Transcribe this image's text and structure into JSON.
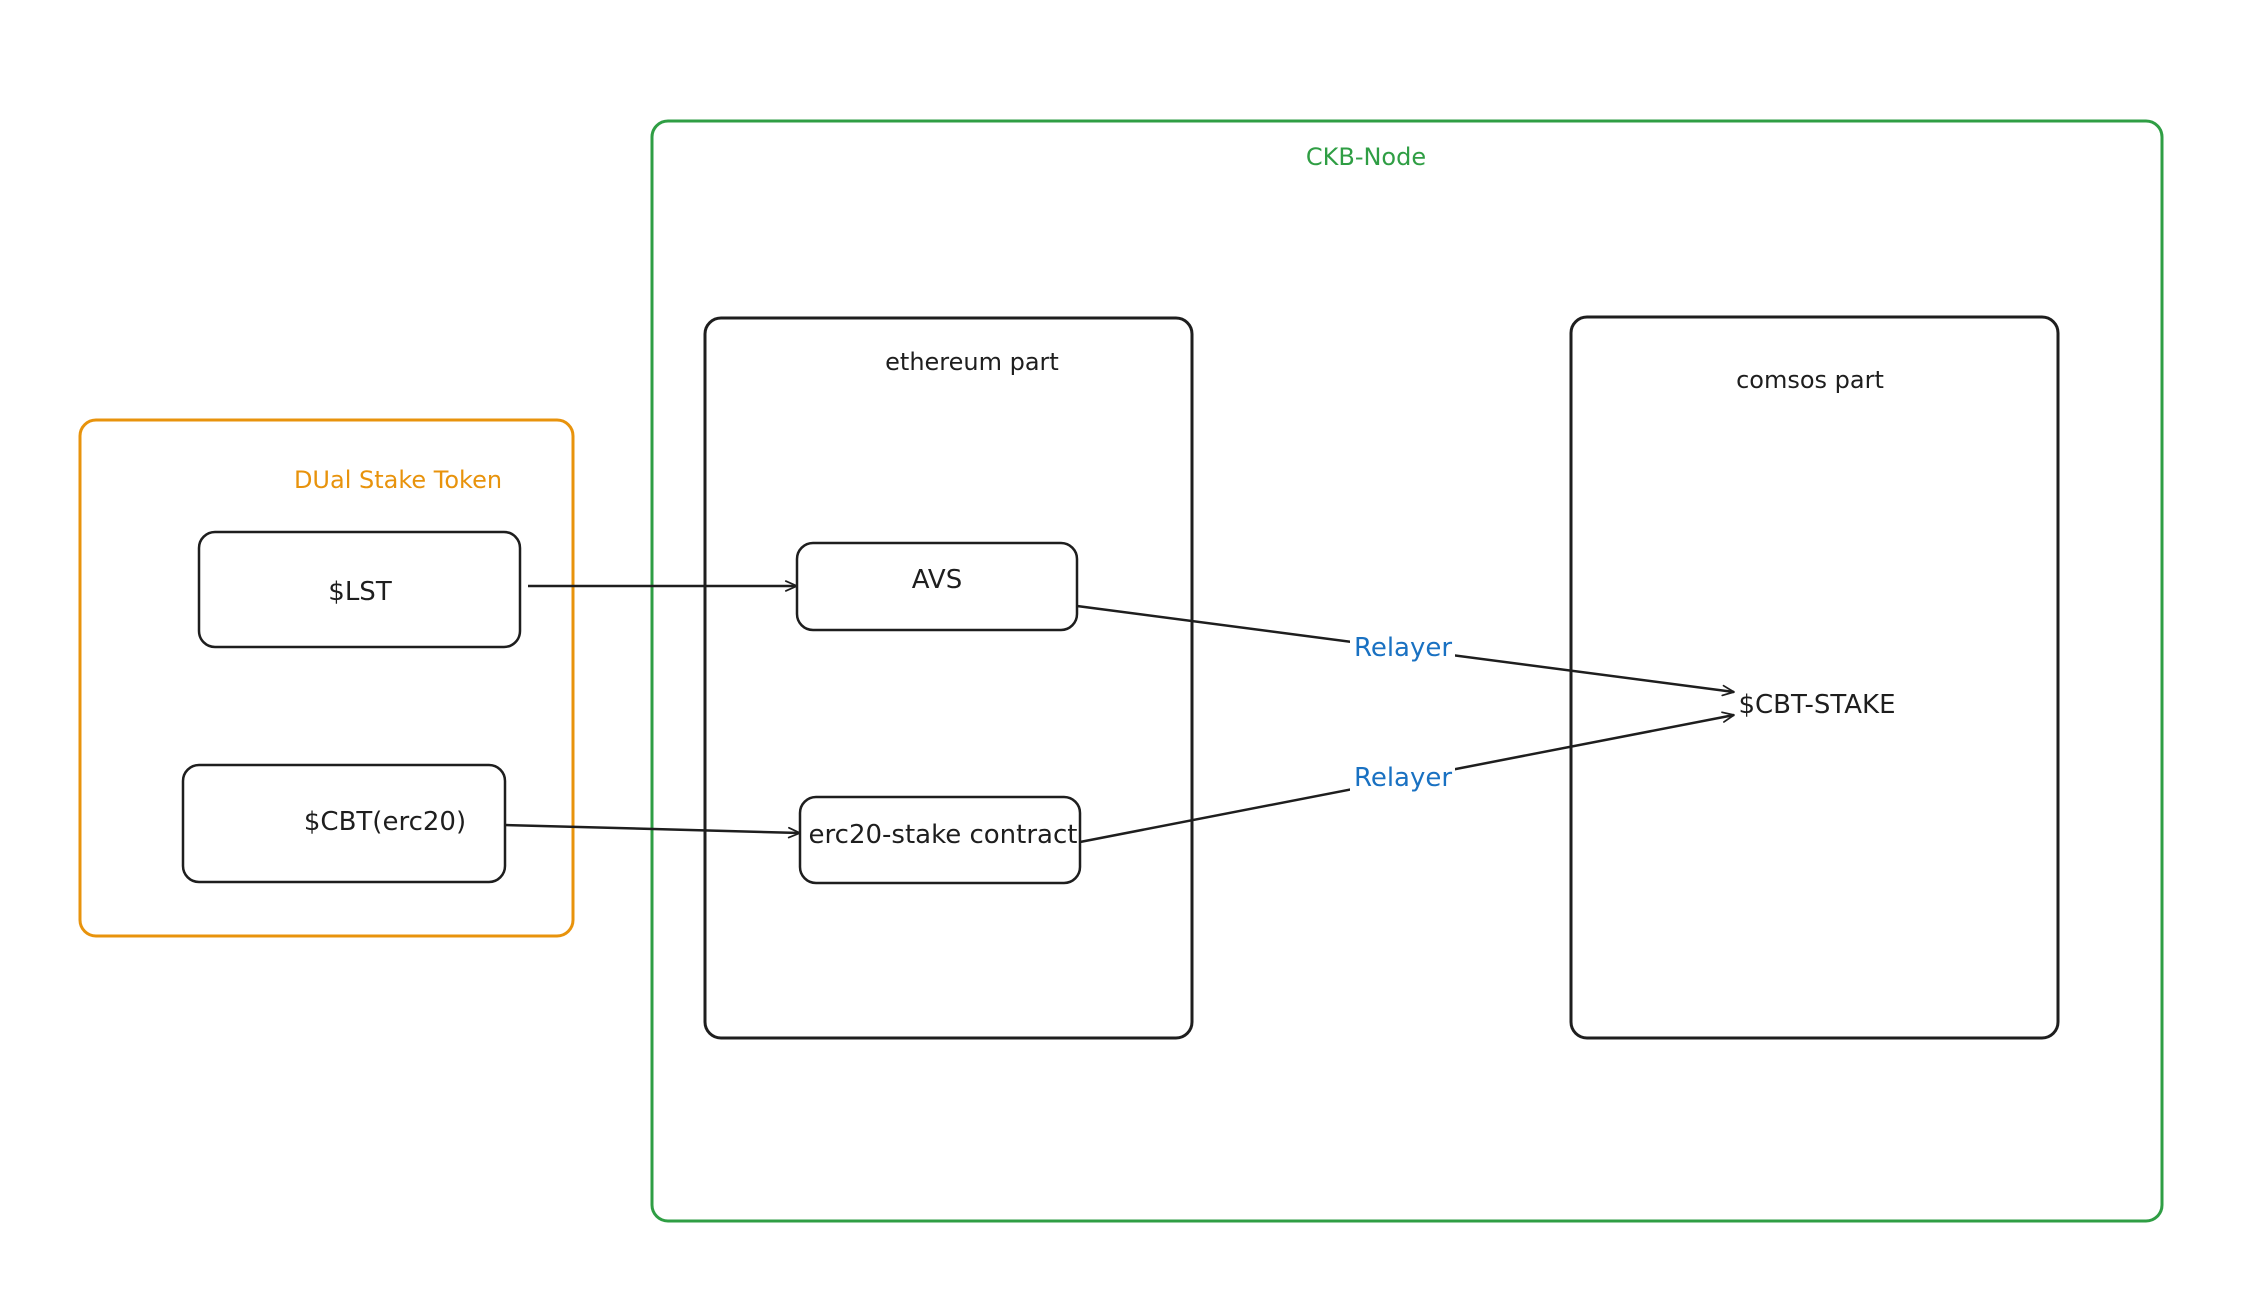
{
  "groups": {
    "ckb_node": "CKB-Node",
    "dual_stake_token": "DUal Stake Token",
    "ethereum_part": "ethereum part",
    "comsos_part": "comsos part"
  },
  "nodes": {
    "lst": "$LST",
    "cbt_erc20": "$CBT(erc20)",
    "avs": "AVS",
    "erc20_stake_contract": "erc20-stake contract",
    "cbt_stake": "$CBT-STAKE"
  },
  "edges": {
    "relayer_top": "Relayer",
    "relayer_bottom": "Relayer"
  },
  "colors": {
    "ckb_node": "#2f9e44",
    "dual_stake_token": "#e8930c",
    "stroke": "#1e1e1e",
    "relayer": "#1971c2",
    "background": "#ffffff"
  }
}
